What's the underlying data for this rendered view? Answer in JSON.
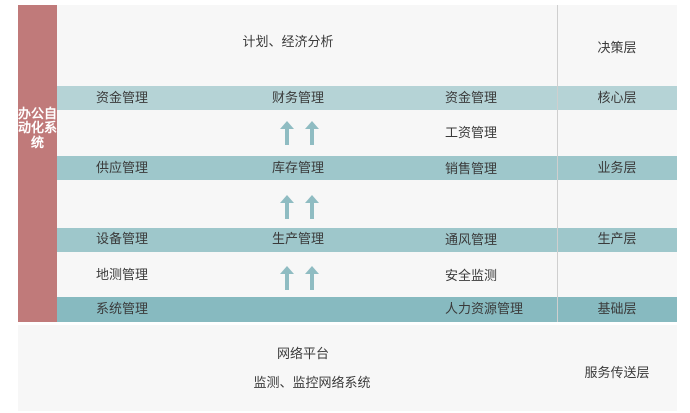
{
  "side_label": "办公自动化系统",
  "top": {
    "text": "计划、经济分析",
    "layer": "决策层"
  },
  "row1": {
    "left": "资金管理",
    "mid": "财务管理",
    "right": "资金管理",
    "layer": "核心层"
  },
  "gap1": {
    "right": "工资管理"
  },
  "row2": {
    "left": "供应管理",
    "mid": "库存管理",
    "right": "销售管理",
    "layer": "业务层"
  },
  "row3": {
    "left": "设备管理",
    "mid": "生产管理",
    "right": "通风管理",
    "layer": "生产层"
  },
  "gap3": {
    "left": "地测管理",
    "right": "安全监测"
  },
  "row4": {
    "left": "系统管理",
    "right": "人力资源管理",
    "layer": "基础层"
  },
  "bottom": {
    "line1": "网络平台",
    "line2": "监测、监控网络系统",
    "layer": "服务传送层"
  },
  "colors": {
    "side": "#c07a7a",
    "band_light": "#b5d3d6",
    "band_mid": "#9ec7cb",
    "band_dark": "#87bac0",
    "arrow": "#8fbcc2"
  }
}
